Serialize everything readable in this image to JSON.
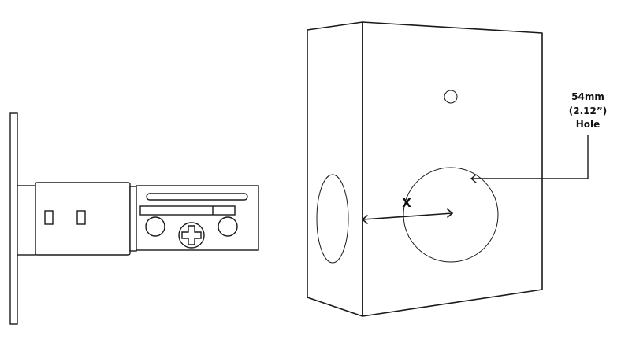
{
  "labels": {
    "hole_size_line1": "54mm",
    "hole_size_line2": "(2.12”)",
    "hole_size_line3": "Hole",
    "backset_marker": "X"
  },
  "colors": {
    "stroke": "#1a1a1a",
    "fill": "#ffffff"
  }
}
